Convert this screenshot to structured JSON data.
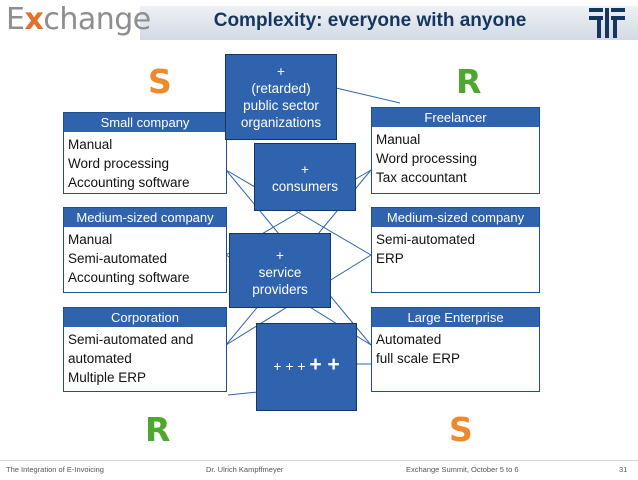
{
  "header": {
    "logo": {
      "prefix": "E",
      "x_char": "x",
      "suffix": "change"
    },
    "title": "Complexity: everyone with anyone"
  },
  "letters": {
    "s_top": "S",
    "r_top": "R",
    "r_bottom": "R",
    "s_bottom": "S"
  },
  "left_boxes": [
    {
      "title": "Small company",
      "lines": [
        "Manual",
        "Word processing",
        "Accounting software"
      ]
    },
    {
      "title": "Medium-sized company",
      "lines": [
        "Manual",
        "Semi-automated",
        "Accounting software"
      ]
    },
    {
      "title": "Corporation",
      "lines": [
        "Semi-automated and",
        "automated",
        "Multiple ERP"
      ]
    }
  ],
  "right_boxes": [
    {
      "title": "Freelancer",
      "lines": [
        "Manual",
        "Word processing",
        "Tax accountant"
      ]
    },
    {
      "title": "Medium-sized company",
      "lines": [
        "Semi-automated",
        "ERP"
      ]
    },
    {
      "title": "Large Enterprise",
      "lines": [
        "Automated",
        "full scale ERP"
      ]
    }
  ],
  "overlays": {
    "public_sector": [
      "+",
      "(retarded)",
      "public sector",
      "organizations"
    ],
    "consumers": [
      "+",
      "consumers"
    ],
    "service_providers": [
      "+",
      "service",
      "providers"
    ],
    "plus_small": "+ + +",
    "plus_big": "+ +"
  },
  "footer": {
    "left": "The Integration of E-Invoicing",
    "center": "Dr. Ulrich Kampffmeyer",
    "right": "Exchange Summit, October 5 to 6",
    "page": "31"
  },
  "colors": {
    "box_header": "#2f63ad",
    "title_text": "#15365f",
    "letter_green": "#4ea72e",
    "letter_orange": "#ef8a2c",
    "logo_accent": "#e3712c"
  }
}
